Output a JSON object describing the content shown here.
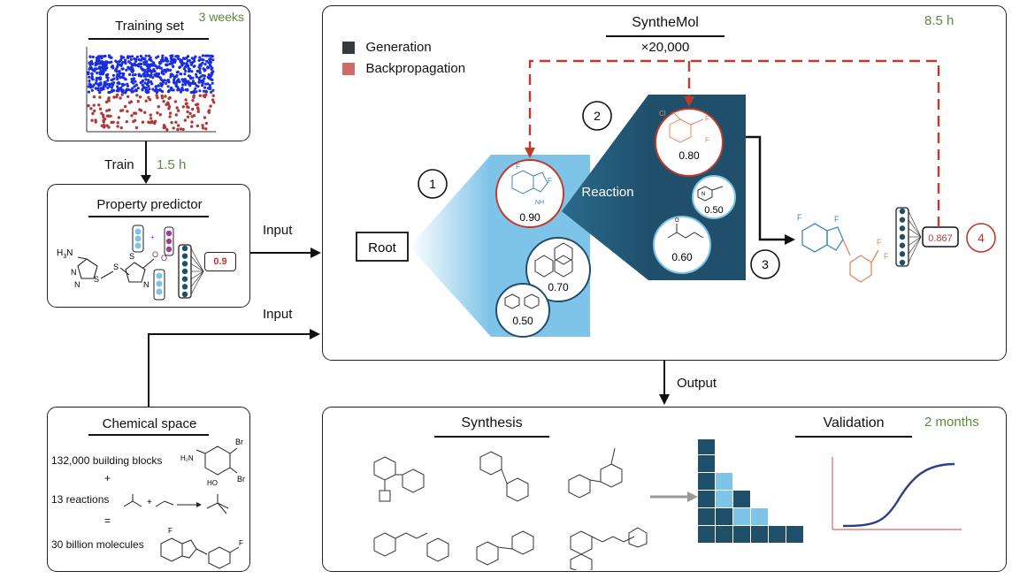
{
  "training": {
    "title": "Training set",
    "duration": "3 weeks"
  },
  "train": {
    "label": "Train",
    "duration": "1.5 h"
  },
  "predictor": {
    "title": "Property predictor",
    "formula_h3n": "H",
    "formula_sub": "3",
    "formula_n": "N",
    "atoms": {
      "s1": "S",
      "s2": "S",
      "s3": "S",
      "n1": "N",
      "n2": "N",
      "n3": "N",
      "o1": "O",
      "o2": "O"
    },
    "output": "0.9"
  },
  "inputs": {
    "input1": "Input",
    "input2": "Input",
    "output": "Output"
  },
  "chemspace": {
    "title": "Chemical space",
    "blocks": "132,000 building blocks",
    "plus": "+",
    "reactions": "13 reactions",
    "equals": "=",
    "molecules": "30 billion molecules",
    "atoms": {
      "br1": "Br",
      "br2": "Br",
      "nh2": "H₂N",
      "ho": "HO"
    }
  },
  "synthemol": {
    "title": "SyntheMol",
    "multiplier": "×20,000",
    "duration": "8.5 h",
    "legend": [
      {
        "label": "Generation",
        "color": "#333a40"
      },
      {
        "label": "Backpropagation",
        "color": "#d06a6a"
      }
    ],
    "root": "Root",
    "reaction": "Reaction",
    "steps": [
      "1",
      "2",
      "3",
      "4"
    ],
    "scores": {
      "s1": "0.90",
      "s2": "0.70",
      "s3": "0.50",
      "r1": "0.80",
      "r2": "0.50",
      "r3": "0.60"
    },
    "final_score": "0.867",
    "atoms": {
      "f1": "F",
      "f2": "F",
      "nh": "NH",
      "cl": "Cl",
      "n": "N",
      "o": "O"
    }
  },
  "bottom": {
    "synthesis": "Synthesis",
    "validation": "Validation",
    "duration": "2 months"
  },
  "colors": {
    "backprop": "#c0392b",
    "light_blue": "#7ec3e8",
    "dark_teal": "#1f4f6b",
    "green": "#5a8a3a"
  }
}
